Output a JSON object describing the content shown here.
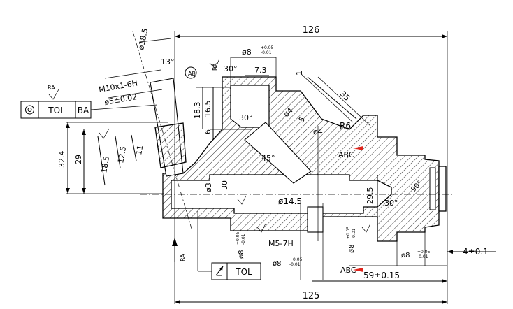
{
  "dimensions": {
    "overall_top": "126",
    "overall_bottom": "125",
    "angle_bore_dia": "ø18.5",
    "angle_13": "13°",
    "thread": "M10x1-6H",
    "pin_dia": "ø5±0.02",
    "top_bore": "ø8",
    "top_bore_tol_upper": "+0.05",
    "top_bore_tol_lower": "-0.01",
    "angle_30_top": "30°",
    "dim_7_3": "7.3",
    "dim_1": "1",
    "dim_35": "35",
    "dim_18_3": "18.3",
    "dim_16_5": "16.5",
    "dim_6": "6",
    "angle_30_mid": "30°",
    "dia_4_a": "ø4",
    "dim_5": "5",
    "dia_4_b": "ø4",
    "radius_r6": "R6",
    "angle_45": "45°",
    "dim_32_4": "32.4",
    "dim_29": "29",
    "dim_18_5": "18.5",
    "dim_12_5": "12.5",
    "dim_11": "11",
    "dia_3": "ø3",
    "dim_30": "30",
    "dia_14_5": "ø14.5",
    "dim_29_5": "29.5",
    "angle_30_right": "30°",
    "angle_90": "90°",
    "thread_m5": "M5-7H",
    "bore_8_left": "ø8",
    "bore_8_left_tol_upper": "+0.05",
    "bore_8_left_tol_lower": "-0.01",
    "bore_8_bottom": "ø8",
    "bore_8_bottom_tol_upper": "+0.05",
    "bore_8_bottom_tol_lower": "-0.01",
    "bore_8_mid": "ø8",
    "bore_8_mid_tol_upper": "+0.05",
    "bore_8_mid_tol_lower": "-0.01",
    "bore_8_right": "ø8",
    "bore_8_right_tol_upper": "+0.05",
    "bore_8_right_tol_lower": "-0.01",
    "dim_59": "59±0.15",
    "dim_4_right": "4±0.1",
    "datum_ab": "AB",
    "datum_abc_top": "ABC",
    "datum_abc_bottom": "ABC",
    "surface_ra": "RA"
  },
  "callouts": {
    "top_frame_tol": "TOL",
    "top_frame_datum": "BA",
    "bottom_frame_tol": "TOL",
    "top_frame_symbol": "concentricity-icon",
    "bottom_frame_symbol": "runout-icon"
  },
  "colors": {
    "line": "#000000",
    "datum_arrow": "#e0241b",
    "background": "#ffffff"
  }
}
